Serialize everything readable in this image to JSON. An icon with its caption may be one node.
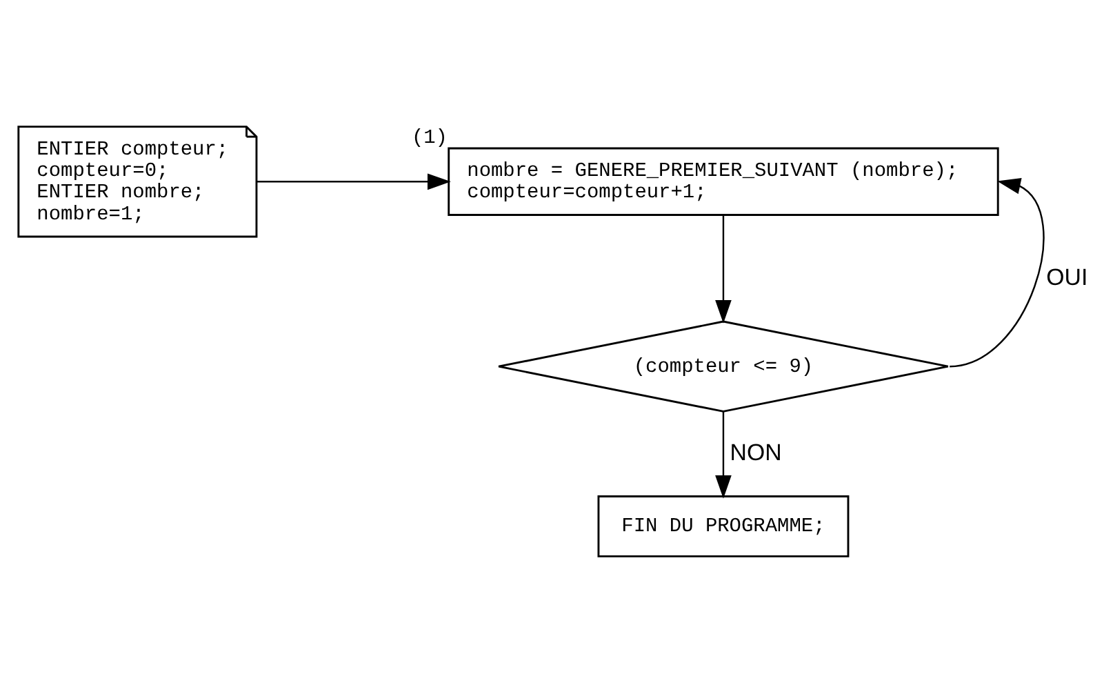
{
  "diagram": {
    "nodes": [
      {
        "text": [
          "ENTIER compteur;",
          "compteur=0;",
          "ENTIER nombre;",
          "nombre=1;"
        ]
      },
      {
        "text": [
          "nombre = GENERE_PREMIER_SUIVANT (nombre);",
          "compteur=compteur+1;"
        ],
        "beside": [
          "(1)"
        ]
      },
      {
        "text": [
          "(compteur <= 9)"
        ]
      },
      {
        "text": [
          "FIN DU PROGRAMME;"
        ]
      }
    ],
    "edges": [
      {
        "from": 0,
        "to": 1,
        "arrow": "to"
      },
      {
        "from": 1,
        "to": 2,
        "arrow": "to"
      },
      {
        "from": 2,
        "to": 1,
        "arrow": "to",
        "label": "OUI"
      },
      {
        "from": 2,
        "to": 3,
        "arrow": "to",
        "label": "NON"
      }
    ]
  }
}
